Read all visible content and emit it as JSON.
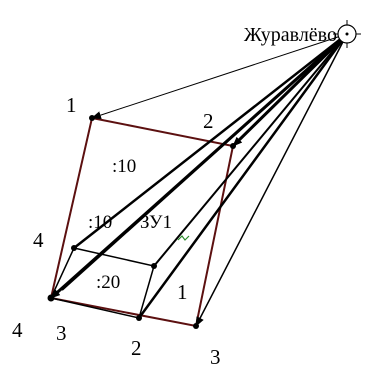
{
  "station": {
    "name": "Журавлёво",
    "icon": "survey-point-circle-icon"
  },
  "outer_plot": {
    "vertex_labels": [
      "1",
      "2",
      "3",
      "4"
    ]
  },
  "inner_plot": {
    "vertex_labels": [
      "1",
      "2",
      "3",
      "4"
    ]
  },
  "parcel_labels": {
    "upper": ":10",
    "lower": ":10",
    "inner": ":20",
    "zone": "ЗУ1"
  },
  "colors": {
    "outer_boundary": "#5c1010",
    "inner_boundary": "#000000",
    "rays": "#000000",
    "marker": "#2a8a2a"
  }
}
